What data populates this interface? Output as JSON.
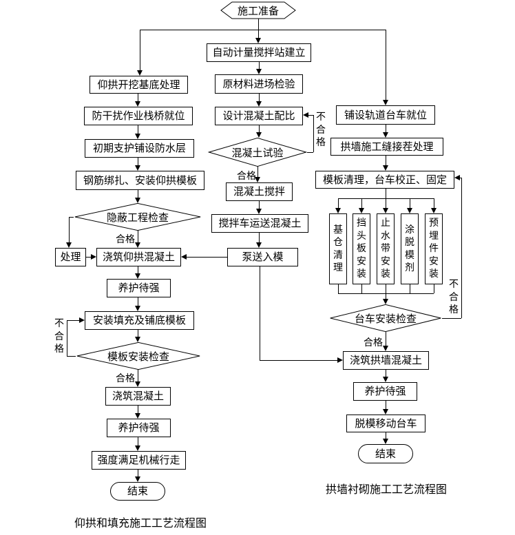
{
  "diagram": {
    "start": "施工准备",
    "labels": {
      "pass": "合格",
      "fail": "不合格"
    },
    "left": {
      "s1": "仰拱开挖基底处理",
      "s2": "防干扰作业栈桥就位",
      "s3": "初期支护铺设防水层",
      "s4": "钢筋绑扎、安装仰拱模板",
      "d1": "隐蔽工程检查",
      "handle": "处理",
      "s5": "浇筑仰拱混凝土",
      "s6": "养护待强",
      "s7": "安装填充及铺底模板",
      "d2": "模板安装检查",
      "s8": "浇筑混凝土",
      "s9": "养护待强",
      "s10": "强度满足机械行走",
      "end": "结束",
      "caption": "仰拱和填充施工工艺流程图"
    },
    "middle": {
      "s1": "自动计量搅拌站建立",
      "s2": "原材料进场检验",
      "s3": "设计混凝土配比",
      "d1": "混凝土试验",
      "s4": "混凝土搅拌",
      "s5": "搅拌车运送混凝土",
      "s6": "泵送入模"
    },
    "right": {
      "s1": "铺设轨道台车就位",
      "s2": "拱墙施工缝接茬处理",
      "s3": "模板清理，台车校正、固定",
      "p1": "基仓清理",
      "p2": "挡头板安装",
      "p3": "止水带安装",
      "p4": "涂脱模剂",
      "p5": "预埋件安装",
      "d1": "台车安装检查",
      "s4": "浇筑拱墙混凝土",
      "s5": "养护待强",
      "s6": "脱模移动台车",
      "end": "结束",
      "caption": "拱墙衬砌施工工艺流程图"
    }
  }
}
